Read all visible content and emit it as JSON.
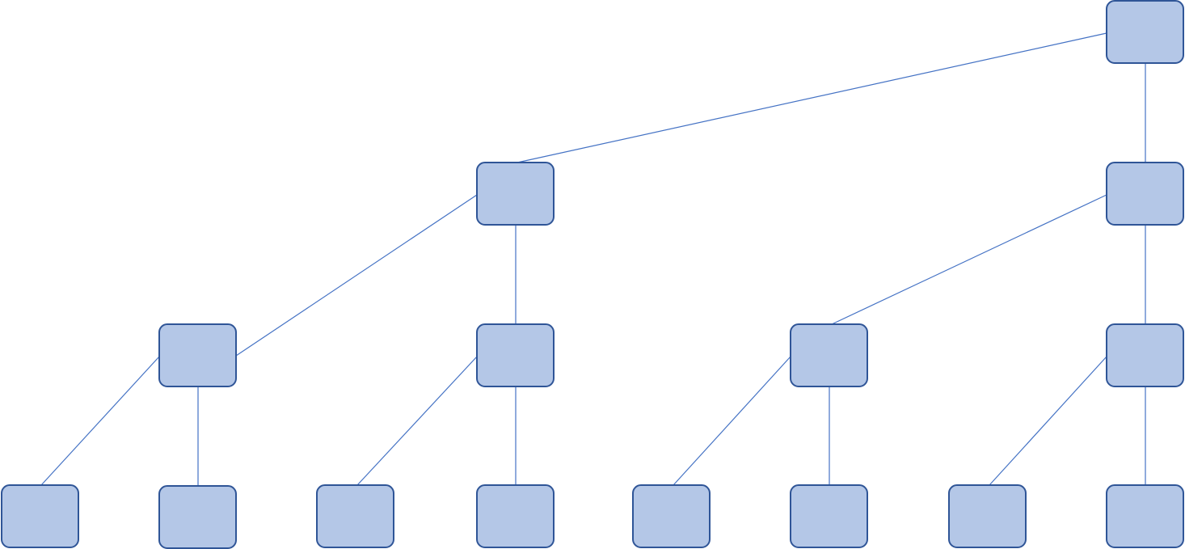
{
  "diagram": {
    "type": "tree",
    "colors": {
      "node_fill": "#b4c7e7",
      "node_stroke": "#2f5597",
      "edge_stroke": "#4472c4",
      "background": "#ffffff"
    },
    "levels": 4,
    "nodes": [
      {
        "id": "n0",
        "level": 0,
        "label": ""
      },
      {
        "id": "n1",
        "level": 1,
        "label": ""
      },
      {
        "id": "n2",
        "level": 1,
        "label": ""
      },
      {
        "id": "n3",
        "level": 2,
        "label": ""
      },
      {
        "id": "n4",
        "level": 2,
        "label": ""
      },
      {
        "id": "n5",
        "level": 2,
        "label": ""
      },
      {
        "id": "n6",
        "level": 2,
        "label": ""
      },
      {
        "id": "n7",
        "level": 3,
        "label": ""
      },
      {
        "id": "n8",
        "level": 3,
        "label": ""
      },
      {
        "id": "n9",
        "level": 3,
        "label": ""
      },
      {
        "id": "n10",
        "level": 3,
        "label": ""
      },
      {
        "id": "n11",
        "level": 3,
        "label": ""
      },
      {
        "id": "n12",
        "level": 3,
        "label": ""
      },
      {
        "id": "n13",
        "level": 3,
        "label": ""
      },
      {
        "id": "n14",
        "level": 3,
        "label": ""
      }
    ],
    "edges": [
      {
        "from": "n0",
        "to": "n1"
      },
      {
        "from": "n0",
        "to": "n2"
      },
      {
        "from": "n1",
        "to": "n3"
      },
      {
        "from": "n1",
        "to": "n4"
      },
      {
        "from": "n2",
        "to": "n5"
      },
      {
        "from": "n2",
        "to": "n6"
      },
      {
        "from": "n3",
        "to": "n7"
      },
      {
        "from": "n3",
        "to": "n8"
      },
      {
        "from": "n4",
        "to": "n9"
      },
      {
        "from": "n4",
        "to": "n10"
      },
      {
        "from": "n5",
        "to": "n11"
      },
      {
        "from": "n5",
        "to": "n12"
      },
      {
        "from": "n6",
        "to": "n13"
      },
      {
        "from": "n6",
        "to": "n14"
      }
    ]
  }
}
